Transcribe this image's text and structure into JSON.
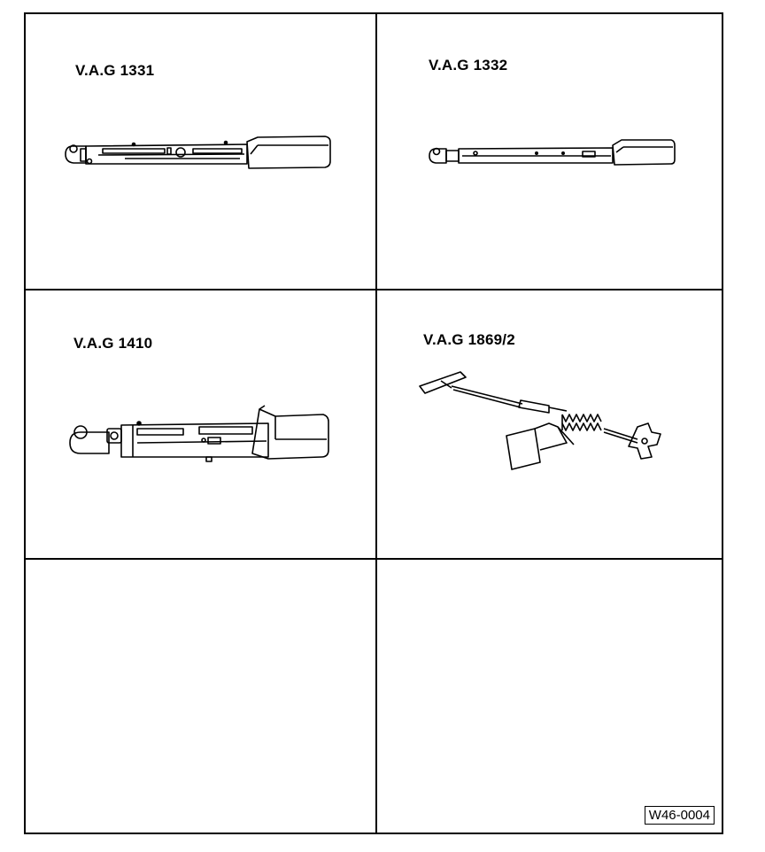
{
  "tools": [
    {
      "label": "V.A.G 1331",
      "icon": "torque-wrench-icon"
    },
    {
      "label": "V.A.G 1332",
      "icon": "torque-wrench-icon"
    },
    {
      "label": "V.A.G 1410",
      "icon": "torque-wrench-icon"
    },
    {
      "label": "V.A.G 1869/2",
      "icon": "spring-tensioner-icon"
    }
  ],
  "figure_ref": "W46-0004"
}
